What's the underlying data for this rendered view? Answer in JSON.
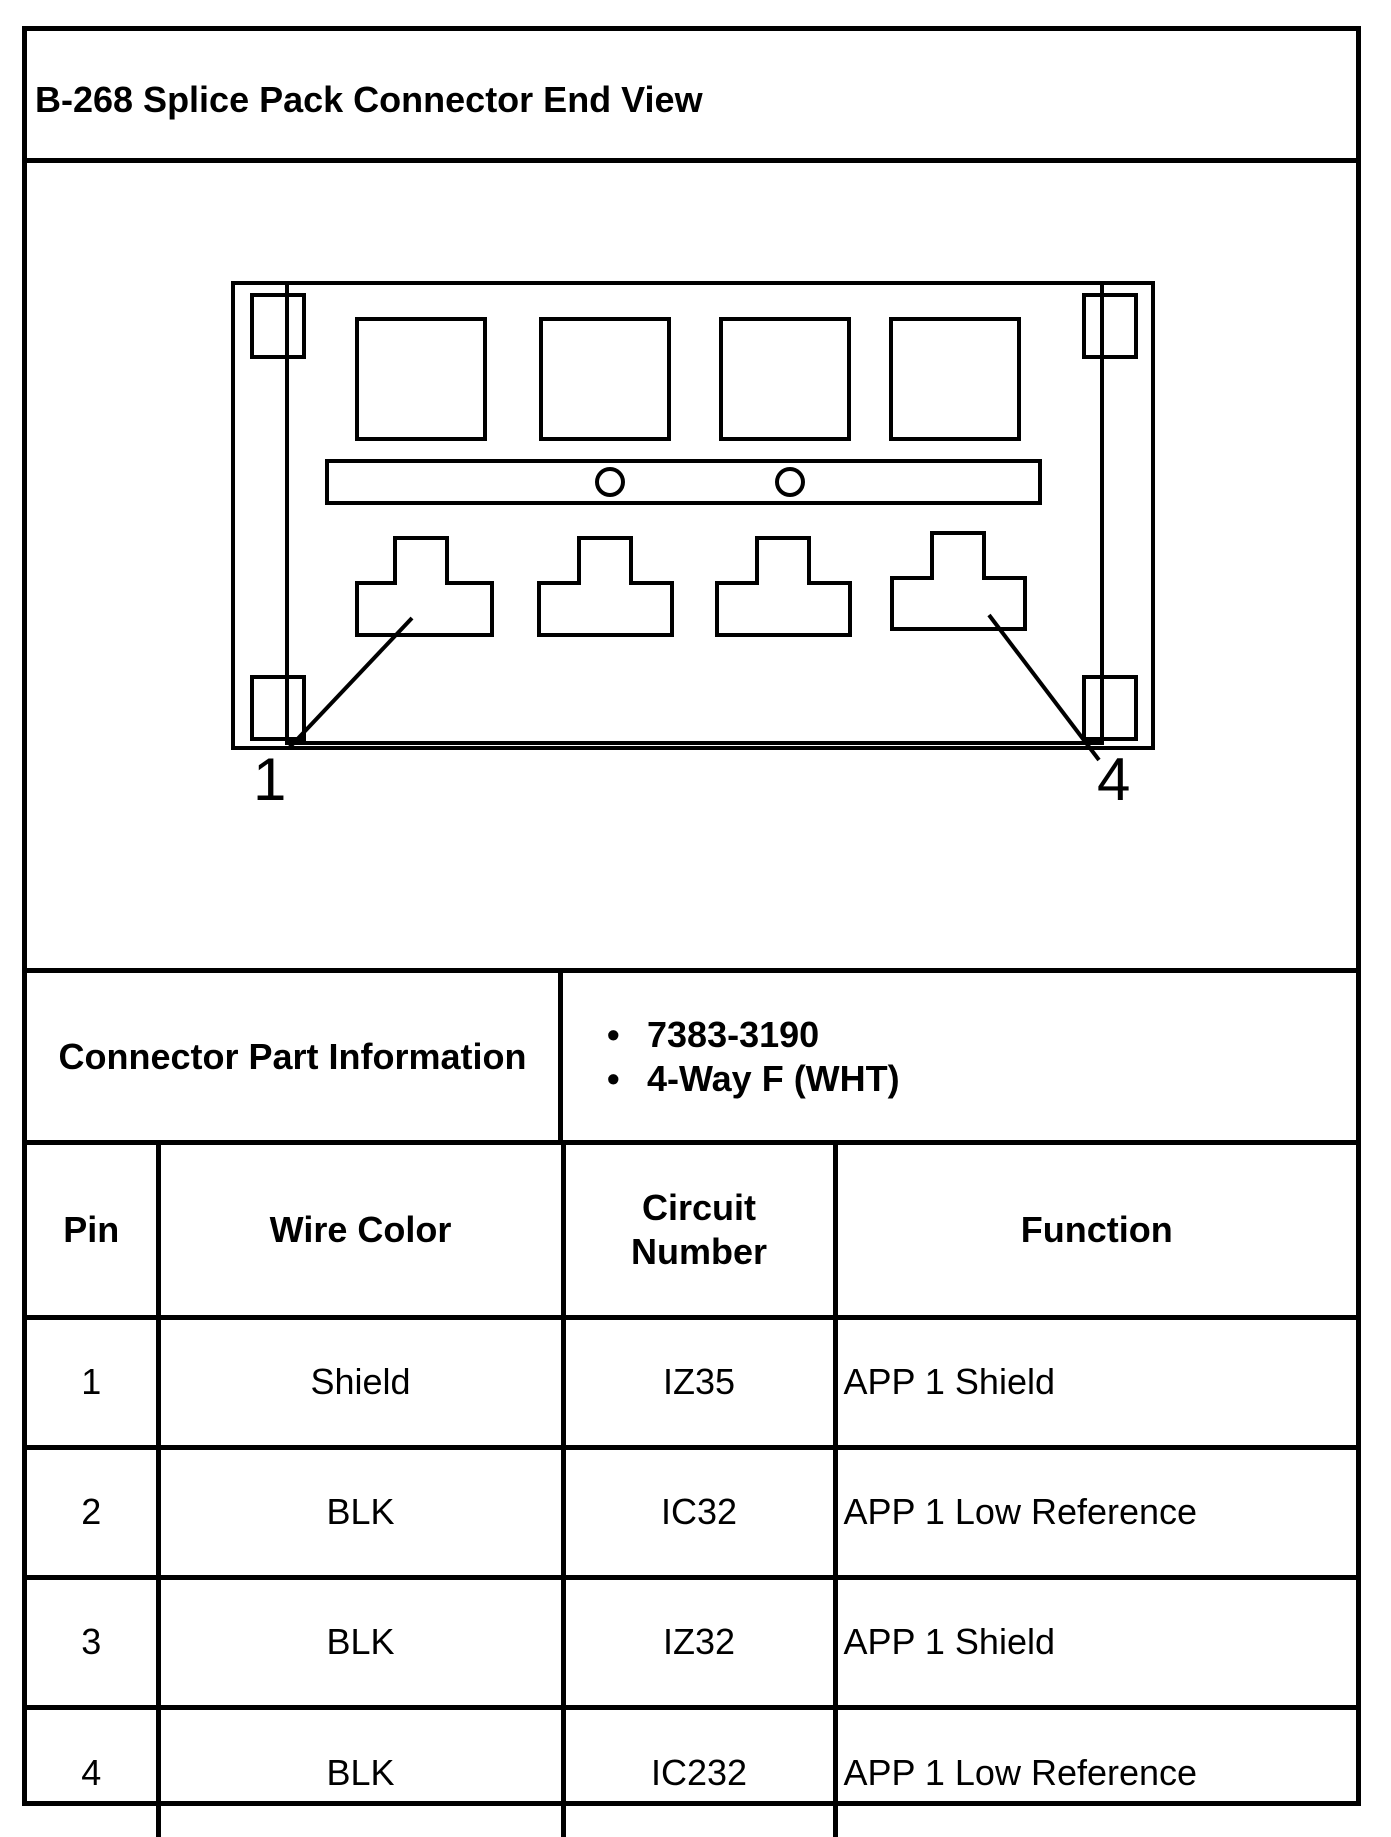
{
  "title": "B-268 Splice Pack Connector End View",
  "diagram": {
    "pin_labels": [
      "1",
      "4"
    ]
  },
  "connector_info": {
    "label": "Connector Part Information",
    "items": [
      "7383-3190",
      "4-Way F (WHT)"
    ]
  },
  "table": {
    "headers": [
      "Pin",
      "Wire Color",
      "Circuit Number",
      "Function"
    ],
    "rows": [
      {
        "pin": "1",
        "wire_color": "Shield",
        "circuit": "IZ35",
        "function": "APP 1 Shield"
      },
      {
        "pin": "2",
        "wire_color": "BLK",
        "circuit": "IC32",
        "function": "APP 1 Low Reference"
      },
      {
        "pin": "3",
        "wire_color": "BLK",
        "circuit": "IZ32",
        "function": "APP 1 Shield"
      },
      {
        "pin": "4",
        "wire_color": "BLK",
        "circuit": "IC232",
        "function": "APP 1 Low Reference"
      }
    ]
  }
}
